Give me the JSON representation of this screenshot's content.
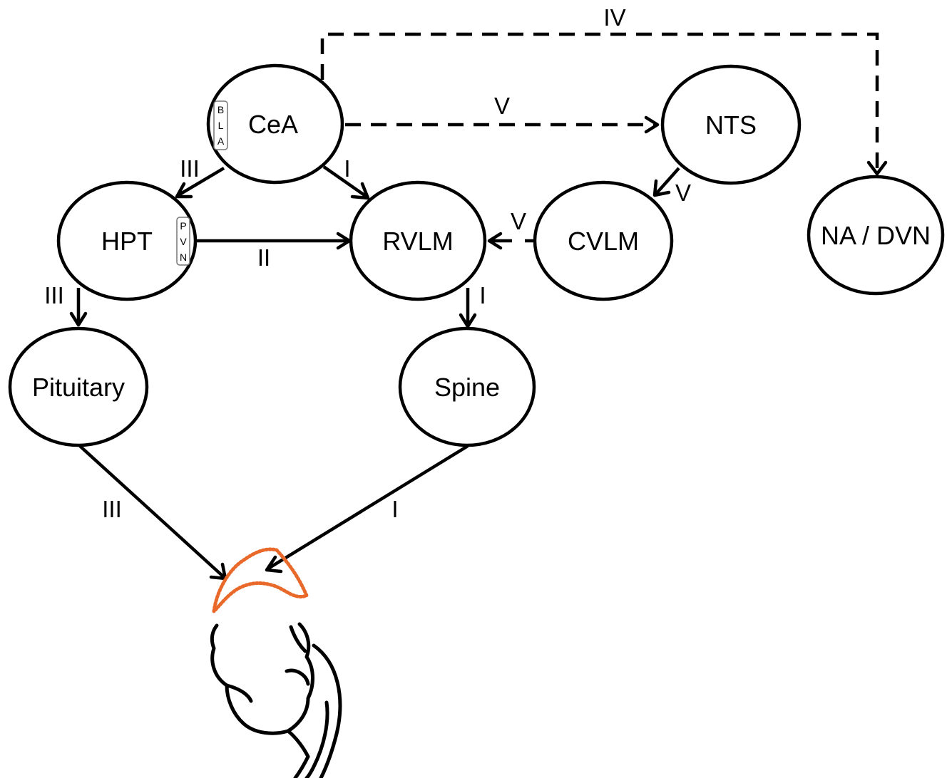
{
  "nodes": {
    "cea": "CeA",
    "nts": "NTS",
    "hpt": "HPT",
    "rvlm": "RVLM",
    "cvlm": "CVLM",
    "na_dvn": "NA / DVN",
    "pituitary": "Pituitary",
    "spine": "Spine"
  },
  "subregions": {
    "bla": [
      "B",
      "L",
      "A"
    ],
    "pvn": [
      "P",
      "V",
      "N"
    ]
  },
  "edge_labels": {
    "cea_to_na_dvn": "IV",
    "cea_to_nts": "V",
    "cea_to_hpt": "III",
    "cea_to_rvlm": "I",
    "nts_to_cvlm": "V",
    "hpt_to_rvlm": "II",
    "cvlm_to_rvlm": "V",
    "hpt_to_pituitary": "III",
    "rvlm_to_spine": "I",
    "pituitary_to_adrenal": "III",
    "spine_to_adrenal": "I"
  },
  "colors": {
    "stroke": "#000000",
    "adrenal_gland": "#e8692a"
  },
  "icons": {
    "adrenal": "adrenal-gland-kidney-icon"
  }
}
